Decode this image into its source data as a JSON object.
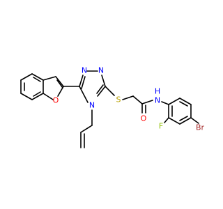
{
  "molecule": {
    "atom_labels": {
      "o_furan": "O",
      "n_triazole_top": "N",
      "n_triazole_right": "N",
      "n_triazole_allyl": "N",
      "s_thioether": "S",
      "o_carbonyl": "O",
      "n_amide": "N",
      "h_amide": "H",
      "f_fluoro": "F",
      "br_bromo": "Br"
    },
    "colors": {
      "bond": "#000000",
      "O": "#ff0000",
      "N": "#0000ff",
      "S": "#b8a000",
      "F": "#90c000",
      "Br": "#a52a2a",
      "H": "#0000ff"
    }
  }
}
